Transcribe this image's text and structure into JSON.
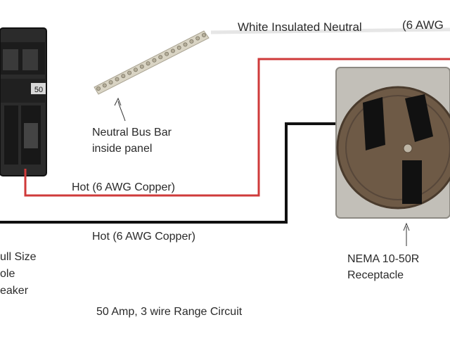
{
  "labels": {
    "white_neutral": "White Insulated Neutral",
    "white_neutral_gauge": "(6 AWG",
    "bus_bar_line1": "Neutral Bus Bar",
    "bus_bar_line2": "inside panel",
    "hot_red": "Hot (6 AWG Copper)",
    "hot_black": "Hot (6 AWG Copper)",
    "breaker_line1": "ull Size",
    "breaker_line2": "ole",
    "breaker_line3": "eaker",
    "receptacle_line1": "NEMA 10-50R",
    "receptacle_line2": "Receptacle",
    "circuit_caption": "50 Amp, 3 wire Range Circuit"
  },
  "breaker": {
    "rating_label": "50"
  },
  "colors": {
    "hot_red_wire": "#cf3a3a",
    "hot_black_wire": "#111111",
    "neutral_wire": "#e6e6e6",
    "receptacle_body": "#6e5a46",
    "receptacle_plate": "#c2bfb8",
    "breaker_body": "#2b2b2b"
  }
}
